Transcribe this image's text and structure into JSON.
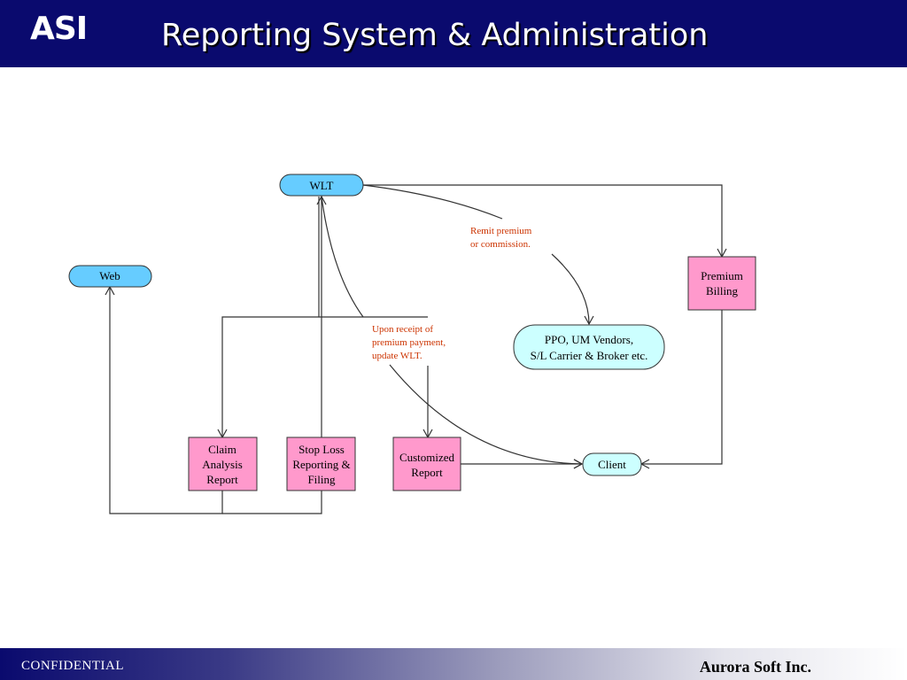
{
  "header": {
    "logo": "ASI",
    "title": "Reporting System & Administration"
  },
  "diagram": {
    "nodes": {
      "wlt": "WLT",
      "web": "Web",
      "premium_billing": [
        "Premium",
        "Billing"
      ],
      "vendors": [
        "PPO, UM Vendors,",
        "S/L Carrier & Broker etc."
      ],
      "claim_report": [
        "Claim",
        "Analysis",
        "Report"
      ],
      "stop_loss": [
        "Stop Loss",
        "Reporting &",
        "Filing"
      ],
      "customized": [
        "Customized",
        "Report"
      ],
      "client": "Client"
    },
    "annotations": {
      "remit": [
        "Remit premium",
        "or commission."
      ],
      "receipt": [
        "Upon receipt of",
        "premium payment,",
        "update WLT."
      ]
    }
  },
  "footer": {
    "confidential": "CONFIDENTIAL",
    "company": "Aurora Soft Inc."
  },
  "colors": {
    "header_bg": "#0a0a6e",
    "pill_blue": "#66ccff",
    "pill_light": "#ccffff",
    "box_pink": "#ff99cc",
    "annotation_red": "#cc3300"
  }
}
